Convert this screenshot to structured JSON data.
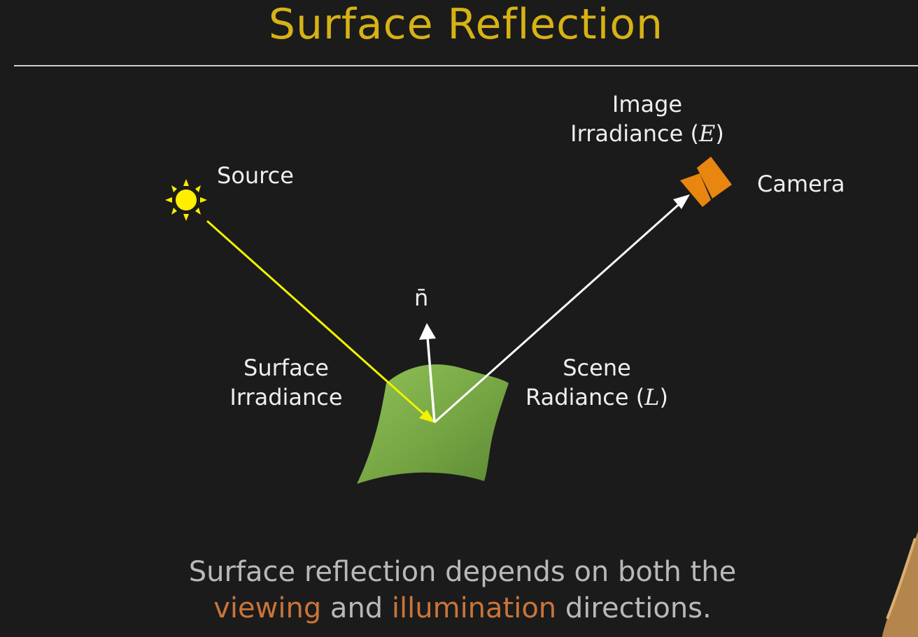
{
  "title": "Surface Reflection",
  "labels": {
    "source": "Source",
    "normal": "n̄",
    "image_irradiance_line1": "Image",
    "image_irradiance_line2": "Irradiance (",
    "image_irradiance_symbol": "E",
    "image_irradiance_close": ")",
    "camera": "Camera",
    "surface_irradiance_line1": "Surface",
    "surface_irradiance_line2": "Irradiance",
    "scene_radiance_line1": "Scene",
    "scene_radiance_line2": "Radiance (",
    "scene_radiance_symbol": "L",
    "scene_radiance_close": ")"
  },
  "caption": {
    "line1": "Surface reflection depends on both the",
    "word_viewing": "viewing",
    "word_and": " and ",
    "word_illumination": "illumination",
    "word_directions": " directions."
  },
  "colors": {
    "title": "#d7b215",
    "sun": "#ffee00",
    "incident_ray": "#f2f200",
    "reflected_ray": "#ffffff",
    "surface_patch": "#7aa845",
    "camera": "#e8860f",
    "caption_highlight": "#c9753a"
  },
  "icons": [
    "sun-icon",
    "camera-icon"
  ]
}
